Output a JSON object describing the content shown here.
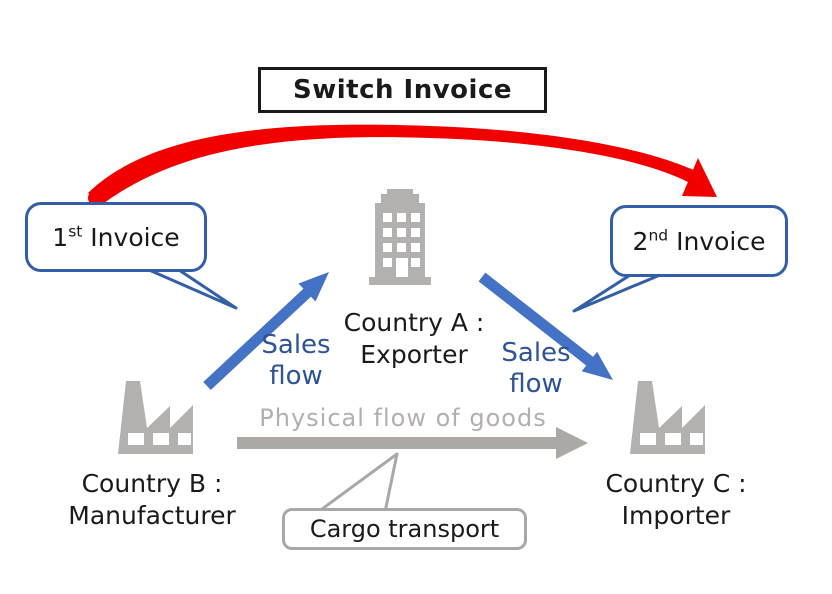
{
  "title": {
    "label": "Switch Invoice"
  },
  "callouts": {
    "first_invoice": {
      "number": "1",
      "ordinal": "st",
      "label": " Invoice"
    },
    "second_invoice": {
      "number": "2",
      "ordinal": "nd",
      "label": " Invoice"
    },
    "cargo": {
      "label": "Cargo transport"
    }
  },
  "nodes": {
    "exporter": {
      "line1": "Country A :",
      "line2": "Exporter",
      "icon": "office-building-icon"
    },
    "manufacturer": {
      "line1": "Country B :",
      "line2": "Manufacturer",
      "icon": "factory-icon"
    },
    "importer": {
      "line1": "Country C :",
      "line2": "Importer",
      "icon": "factory-icon"
    }
  },
  "flows": {
    "sales_left": {
      "line1": "Sales",
      "line2": "flow"
    },
    "sales_right": {
      "line1": "Sales",
      "line2": "flow"
    },
    "physical": {
      "label": "Physical flow of goods"
    }
  },
  "colors": {
    "red": "#F20000",
    "arrow_blue": "#4472C4",
    "text_blue": "#2F5496",
    "bubble_border_blue": "#345FA6",
    "gray_icon": "#B3B1B0",
    "gray_arrow": "#ACA8A6",
    "gray_text": "#B3AFAE",
    "gray_border": "#A8A8A8",
    "black": "#1A1A1A"
  }
}
